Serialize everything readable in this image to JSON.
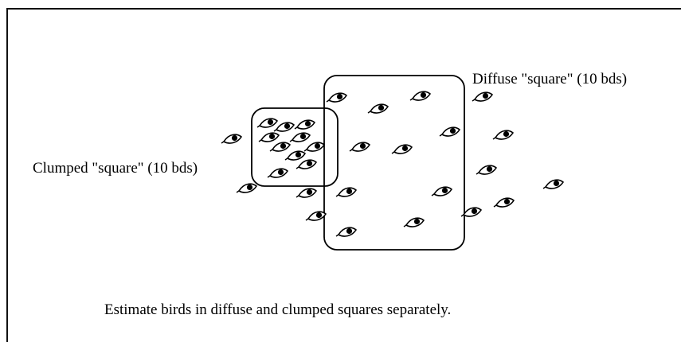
{
  "labels": {
    "diffuse": "Diffuse \"square\" (10 bds)",
    "clumped": "Clumped \"square\" (10 bds)"
  },
  "caption": "Estimate birds in diffuse and clumped squares separately.",
  "colors": {
    "stroke": "#000000",
    "background": "#ffffff"
  },
  "icon": "bird-icon"
}
